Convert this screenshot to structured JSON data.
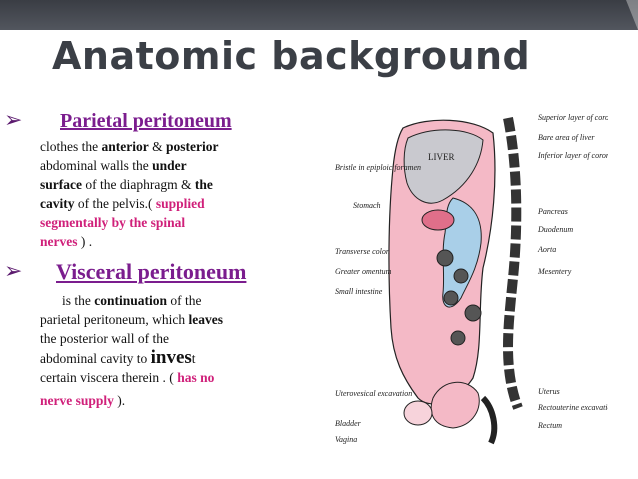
{
  "title": "Anatomic background",
  "parietal": {
    "heading": "Parietal peritoneum",
    "t1": "clothes the ",
    "t2": "anterior",
    "t3": " & ",
    "t4": "posterior",
    "t5": "abdominal walls the ",
    "t6": "under",
    "t7": "surface",
    "t8": " of the diaphragm & ",
    "t9": "the",
    "t10": "cavity",
    "t11": " of the pelvis.( ",
    "t12": "supplied",
    "t13": "segmentally by the spinal",
    "t14": "nerves",
    "t15": " ) ."
  },
  "visceral": {
    "heading": "Visceral peritoneum",
    "v1": "is the ",
    "v2": "continuation",
    "v3": " of the",
    "v4": "parietal peritoneum, which ",
    "v5": "leaves",
    "v6": "the posterior wall of the",
    "v7": "abdominal cavity to ",
    "v8": "inves",
    "v9": "t",
    "v10": "certain viscera therein . ( ",
    "v11": "has no",
    "v12": "nerve supply",
    "v13": " )."
  },
  "figure": {
    "liver": "LIVER",
    "left_labels": [
      "Bristle in epiploic foramen",
      "Stomach",
      "Transverse colon",
      "Greater omentum",
      "Small intestine",
      "Uterovesical excavation",
      "Bladder",
      "Vagina"
    ],
    "right_labels": [
      "Superior layer of coronary ligament",
      "Bare area of liver",
      "Inferior layer of coronary ligament",
      "Pancreas",
      "Duodenum",
      "Aorta",
      "Mesentery",
      "Uterus",
      "Rectouterine excavation",
      "Rectum"
    ]
  },
  "colors": {
    "title": "#3b3f46",
    "heading": "#7b1d8e",
    "highlight": "#d0207a",
    "topbar": "#3a3d44"
  }
}
